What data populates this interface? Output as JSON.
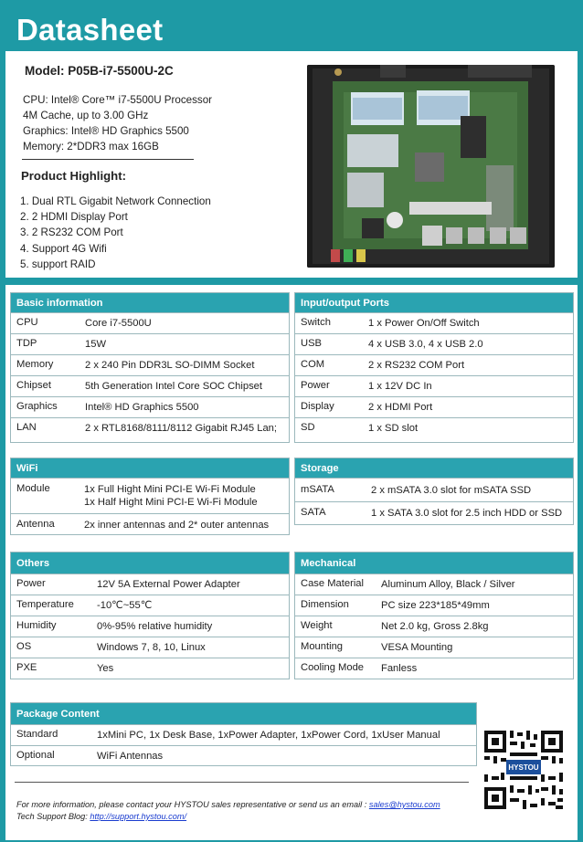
{
  "title": "Datasheet",
  "model": "Model: P05B-i7-5500U-2C",
  "specs": [
    "CPU: Intel® Core™ i7-5500U Processor",
    "4M Cache, up to 3.00 GHz",
    "Graphics: Intel® HD Graphics 5500",
    "Memory: 2*DDR3 max 16GB"
  ],
  "highlight_title": "Product Highlight:",
  "highlights": [
    "1. Dual RTL Gigabit Network Connection",
    "2. 2 HDMI Display Port",
    "3. 2 RS232 COM Port",
    "4. Support 4G Wifi",
    "5.  support RAID"
  ],
  "basic": {
    "header": "Basic information",
    "rows": [
      {
        "k": "CPU",
        "v": "Core i7-5500U"
      },
      {
        "k": "TDP",
        "v": "15W"
      },
      {
        "k": "Memory",
        "v": "2 x 240 Pin DDR3L SO-DIMM Socket"
      },
      {
        "k": "Chipset",
        "v": "5th Generation Intel Core SOC Chipset"
      },
      {
        "k": "Graphics",
        "v": "Intel® HD Graphics 5500"
      },
      {
        "k": "LAN",
        "v": "2 x RTL8168/8111/8112 Gigabit RJ45 Lan;"
      }
    ]
  },
  "io": {
    "header": "Input/output Ports",
    "rows": [
      {
        "k": "Switch",
        "v": "1 x Power On/Off Switch"
      },
      {
        "k": "USB",
        "v": "4 x USB 3.0, 4 x USB 2.0"
      },
      {
        "k": "COM",
        "v": "2 x RS232 COM Port"
      },
      {
        "k": "Power",
        "v": "1 x 12V DC In"
      },
      {
        "k": "Display",
        "v": "2 x HDMI Port"
      },
      {
        "k": "SD",
        "v": "1 x SD slot"
      }
    ]
  },
  "wifi": {
    "header": "WiFi",
    "rows": [
      {
        "k": "Module",
        "v": "1x Full Hight Mini PCI-E Wi-Fi Module",
        "v2": "1x Half Hight Mini PCI-E Wi-Fi Module"
      },
      {
        "k": "Antenna",
        "v": "2x  inner antennas and 2* outer antennas"
      }
    ]
  },
  "storage": {
    "header": "Storage",
    "rows": [
      {
        "k": "mSATA",
        "v": "2 x mSATA 3.0 slot for mSATA SSD"
      },
      {
        "k": "SATA",
        "v": "1 x SATA 3.0 slot for 2.5 inch HDD or SSD"
      }
    ]
  },
  "others": {
    "header": "Others",
    "rows": [
      {
        "k": "Power",
        "v": "12V 5A External Power Adapter"
      },
      {
        "k": "Temperature",
        "v": "-10℃~55℃"
      },
      {
        "k": "Humidity",
        "v": "0%-95% relative humidity"
      },
      {
        "k": "OS",
        "v": "Windows 7, 8, 10, Linux"
      },
      {
        "k": "PXE",
        "v": "Yes"
      }
    ]
  },
  "mechanical": {
    "header": "Mechanical",
    "rows": [
      {
        "k": "Case Material",
        "v": "Aluminum Alloy, Black / Silver"
      },
      {
        "k": "Dimension",
        "v": "PC size 223*185*49mm"
      },
      {
        "k": "Weight",
        "v": "Net 2.0 kg, Gross 2.8kg"
      },
      {
        "k": "Mounting",
        "v": "VESA Mounting"
      },
      {
        "k": "Cooling Mode",
        "v": "Fanless"
      }
    ]
  },
  "package": {
    "header": "Package Content",
    "rows": [
      {
        "k": "Standard",
        "v": "1xMini PC, 1x Desk Base, 1xPower Adapter, 1xPower Cord, 1xUser Manual"
      },
      {
        "k": "Optional",
        "v": "WiFi Antennas"
      }
    ]
  },
  "footer": {
    "line1": "For more information, please contact your HYSTOU sales representative or send us an email : ",
    "email": "sales@hystou.com",
    "line2": "Tech Support Blog: ",
    "blog": "http://support.hystou.com/"
  },
  "qr_label": "HYSTOU",
  "colors": {
    "teal": "#1e9aa5",
    "header": "#2aa3b0",
    "border": "#9bb8bc"
  }
}
